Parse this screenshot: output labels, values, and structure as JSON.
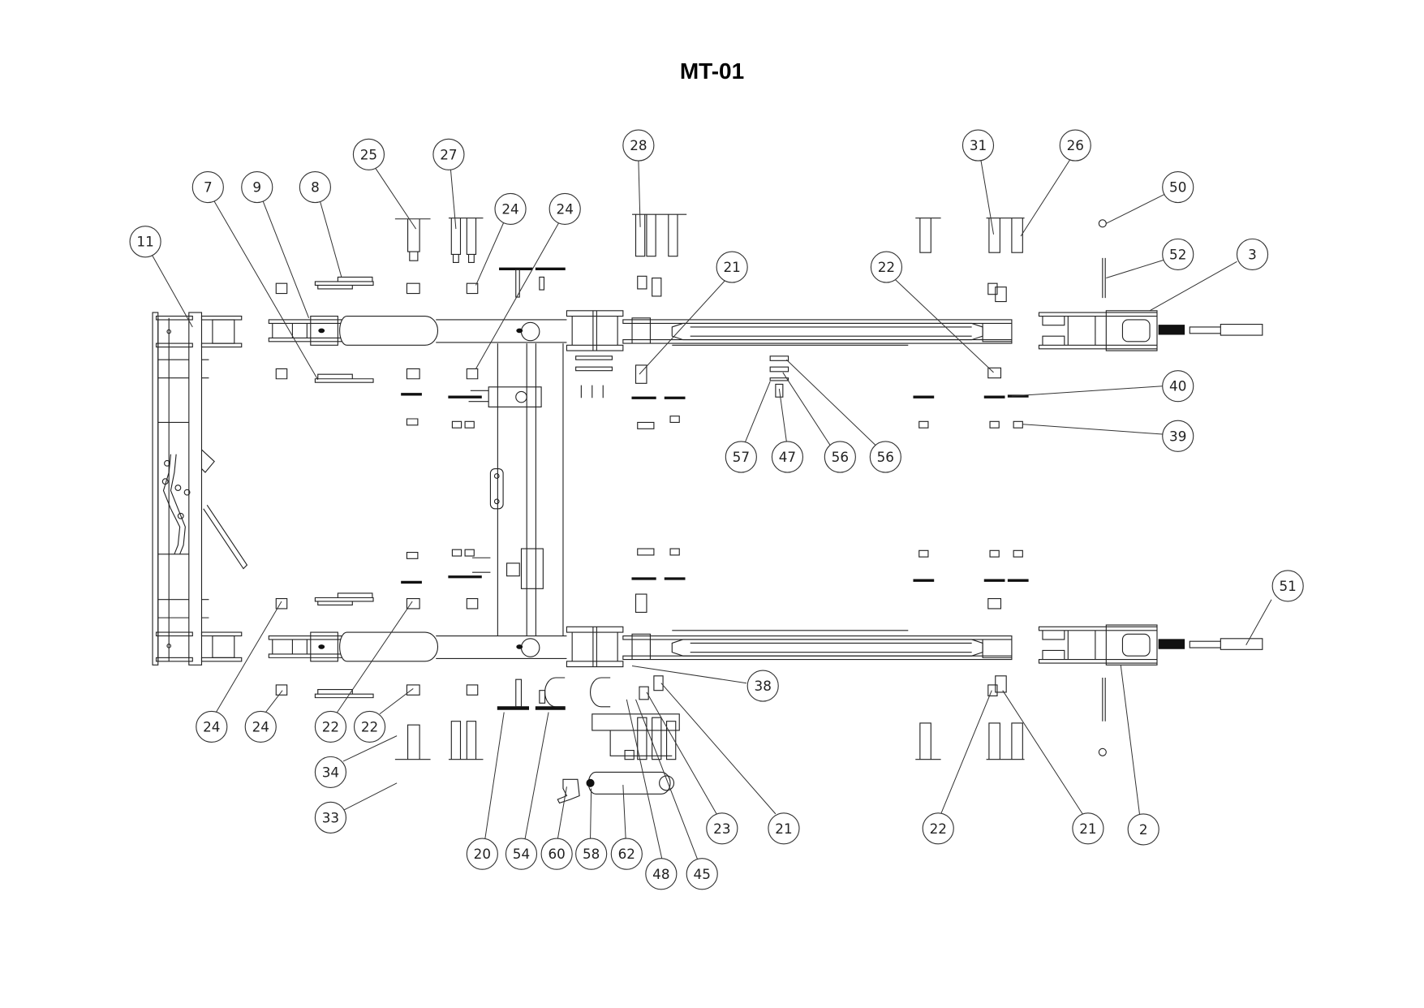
{
  "drawing": {
    "title": "MT-01",
    "type": "exploded assembly parts diagram"
  },
  "balloons": [
    {
      "id": "b11",
      "label": "11"
    },
    {
      "id": "b7",
      "label": "7"
    },
    {
      "id": "b9",
      "label": "9"
    },
    {
      "id": "b8",
      "label": "8"
    },
    {
      "id": "b25",
      "label": "25"
    },
    {
      "id": "b27",
      "label": "27"
    },
    {
      "id": "b24a",
      "label": "24"
    },
    {
      "id": "b24b",
      "label": "24"
    },
    {
      "id": "b28",
      "label": "28"
    },
    {
      "id": "b21a",
      "label": "21"
    },
    {
      "id": "b22a",
      "label": "22"
    },
    {
      "id": "b31",
      "label": "31"
    },
    {
      "id": "b26",
      "label": "26"
    },
    {
      "id": "b50",
      "label": "50"
    },
    {
      "id": "b52",
      "label": "52"
    },
    {
      "id": "b3",
      "label": "3"
    },
    {
      "id": "b40",
      "label": "40"
    },
    {
      "id": "b39",
      "label": "39"
    },
    {
      "id": "b57",
      "label": "57"
    },
    {
      "id": "b47",
      "label": "47"
    },
    {
      "id": "b56a",
      "label": "56"
    },
    {
      "id": "b56b",
      "label": "56"
    },
    {
      "id": "b51",
      "label": "51"
    },
    {
      "id": "b38",
      "label": "38"
    },
    {
      "id": "b24c",
      "label": "24"
    },
    {
      "id": "b24d",
      "label": "24"
    },
    {
      "id": "b22b",
      "label": "22"
    },
    {
      "id": "b22c",
      "label": "22"
    },
    {
      "id": "b34",
      "label": "34"
    },
    {
      "id": "b33",
      "label": "33"
    },
    {
      "id": "b20",
      "label": "20"
    },
    {
      "id": "b54",
      "label": "54"
    },
    {
      "id": "b60",
      "label": "60"
    },
    {
      "id": "b58",
      "label": "58"
    },
    {
      "id": "b62",
      "label": "62"
    },
    {
      "id": "b48",
      "label": "48"
    },
    {
      "id": "b45",
      "label": "45"
    },
    {
      "id": "b23",
      "label": "23"
    },
    {
      "id": "b21b",
      "label": "21"
    },
    {
      "id": "b22d",
      "label": "22"
    },
    {
      "id": "b21c",
      "label": "21"
    },
    {
      "id": "b2",
      "label": "2"
    }
  ]
}
